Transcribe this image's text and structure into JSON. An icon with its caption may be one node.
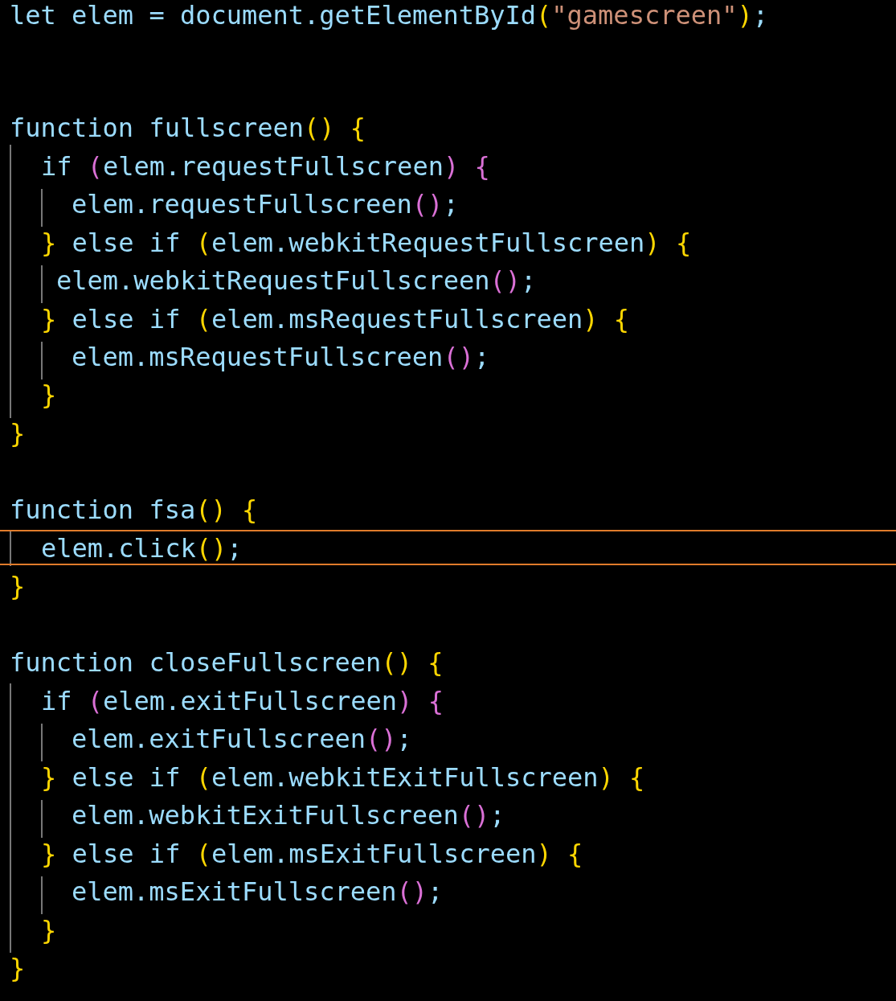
{
  "diagram": {
    "labels": [
      "let elem = document.getElementById(\"gamescreen\");",
      "function fullscreen() {",
      "if (elem.requestFullscreen) {",
      "elem.requestFullscreen();",
      "} else if (elem.webkitRequestFullscreen) {",
      "elem.webkitRequestFullscreen();",
      "} else if (elem.msRequestFullscreen) {",
      "elem.msRequestFullscreen();",
      "}",
      "}",
      "function fsa() {",
      "elem.click();",
      "}",
      "function closeFullscreen() {",
      "if (elem.exitFullscreen) {",
      "elem.exitFullscreen();",
      "} else if (elem.webkitExitFullscreen) {",
      "elem.webkitExitFullscreen();",
      "} else if (elem.msExitFullscreen) {",
      "elem.msExitFullscreen();",
      "}",
      "}"
    ]
  }
}
